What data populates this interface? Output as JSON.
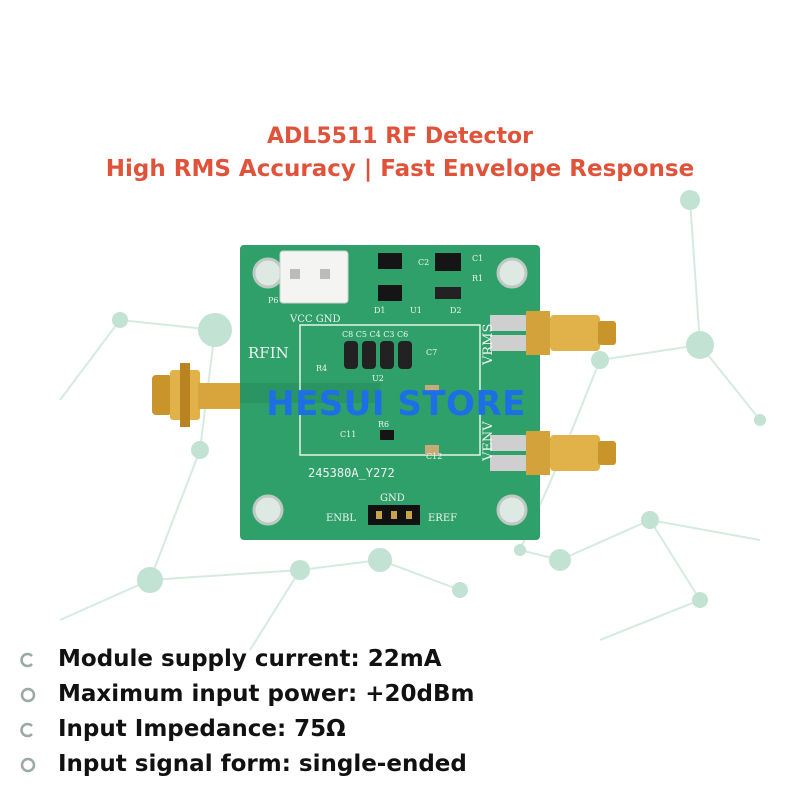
{
  "header": {
    "title": "ADL5511 RF Detector",
    "subtitle": "High RMS Accuracy | Fast Envelope Response"
  },
  "watermark": {
    "store_name": "HESUI STORE",
    "color": "#1e6fe6"
  },
  "board": {
    "silkscreen_rfin": "RFIN",
    "silkscreen_vcc_gnd": "VCC GND",
    "silkscreen_vrms": "VRMS",
    "silkscreen_venv": "VENV",
    "silkscreen_gnd": "GND",
    "silkscreen_enbl": "ENBL",
    "silkscreen_eref": "EREF",
    "silkscreen_model": "245380A_Y272",
    "silkscreen_p6": "P6",
    "silkscreen_d1": "D1",
    "silkscreen_u1": "U1",
    "silkscreen_d2": "D2",
    "silkscreen_c2": "C2",
    "silkscreen_c1": "C1",
    "silkscreen_r1": "R1",
    "silkscreen_caps": "C8 C5 C4 C3 C6",
    "silkscreen_c7": "C7",
    "silkscreen_r4": "R4",
    "silkscreen_u2": "U2",
    "silkscreen_c11": "C11",
    "silkscreen_r6": "R6",
    "silkscreen_c12": "C12",
    "pcb_color": "#2fa06a"
  },
  "features": [
    {
      "text": "Module supply current: 22mA"
    },
    {
      "text": "Maximum input power: +20dBm"
    },
    {
      "text": "Input Impedance: 75Ω"
    },
    {
      "text": "Input signal form: single-ended"
    }
  ],
  "colors": {
    "title": "#e0533b",
    "network_line": "#cfe6da",
    "network_node": "#b7dccb"
  }
}
